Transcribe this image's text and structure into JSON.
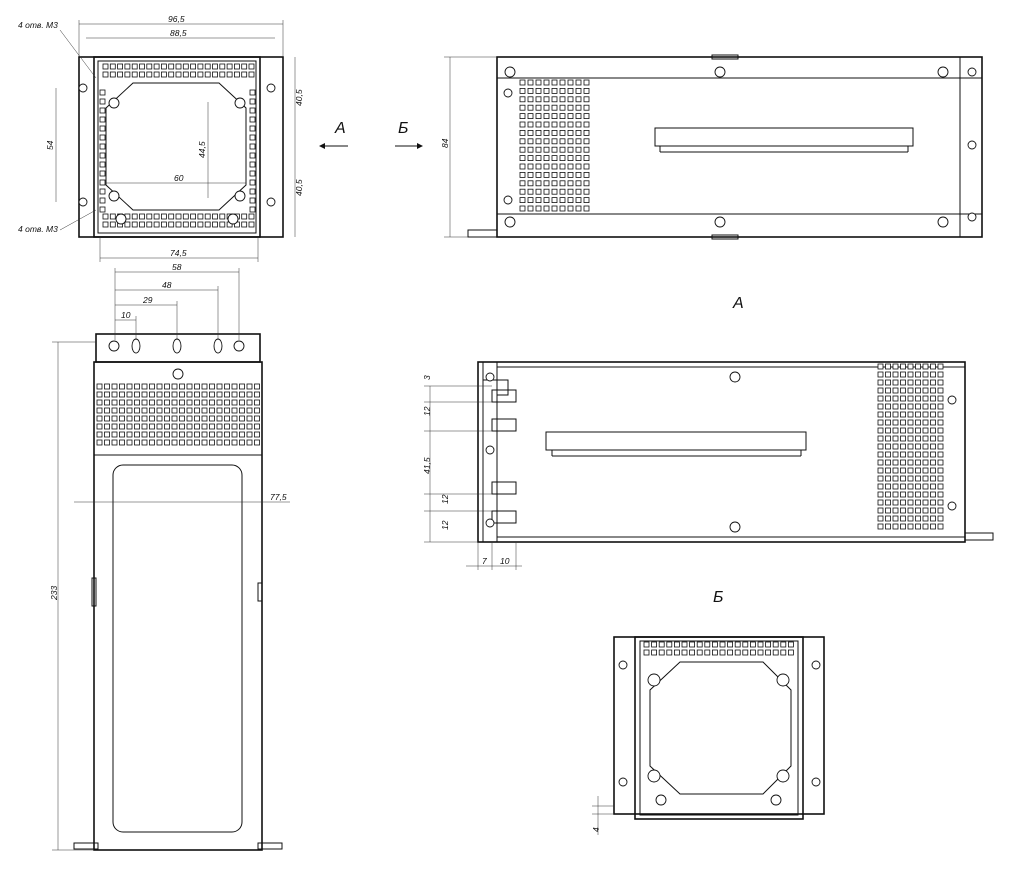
{
  "views": {
    "top": {
      "notes": [
        "4 отв. М3",
        "4 отв. М3"
      ],
      "dims": [
        "96,5",
        "88,5",
        "54",
        "40,5",
        "40,5",
        "44,5",
        "60",
        "74,5"
      ]
    },
    "front": {
      "dims": [
        "58",
        "48",
        "29",
        "10",
        "233",
        "77,5"
      ]
    },
    "side": {
      "dims": [
        "84"
      ]
    },
    "view_a": {
      "title": "А",
      "dims": [
        "3",
        "12",
        "41,5",
        "12",
        "12",
        "7",
        "10"
      ]
    },
    "view_b": {
      "title": "Б",
      "dims": [
        "4"
      ]
    },
    "arrows": {
      "a": "А",
      "b": "Б"
    }
  }
}
